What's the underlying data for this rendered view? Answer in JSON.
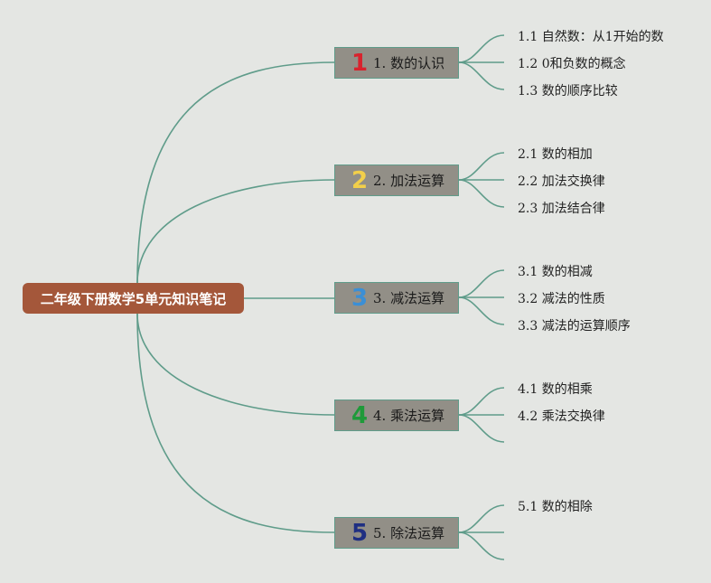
{
  "root": {
    "label": "二年级下册数学5单元知识笔记"
  },
  "colors": {
    "background": "#e4e6e3",
    "root": "#a4573a",
    "branch_box": "#928f87",
    "connector": "#5f9c8a"
  },
  "branches": [
    {
      "number": "1",
      "number_color": "#d8232e",
      "label": "1. 数的认识",
      "leaves": [
        "1.1 自然数：从1开始的数",
        "1.2 0和负数的概念",
        "1.3 数的顺序比较"
      ]
    },
    {
      "number": "2",
      "number_color": "#f2cf4a",
      "label": "2. 加法运算",
      "leaves": [
        "2.1 数的相加",
        "2.2 加法交换律",
        "2.3 加法结合律"
      ]
    },
    {
      "number": "3",
      "number_color": "#3b8fd6",
      "label": "3. 减法运算",
      "leaves": [
        "3.1 数的相减",
        "3.2 减法的性质",
        "3.3 减法的运算顺序"
      ]
    },
    {
      "number": "4",
      "number_color": "#1f9a3a",
      "label": "4. 乘法运算",
      "leaves": [
        "4.1 数的相乘",
        "4.2 乘法交换律",
        ""
      ]
    },
    {
      "number": "5",
      "number_color": "#1f2f82",
      "label": "5. 除法运算",
      "leaves": [
        "5.1 数的相除",
        "",
        ""
      ]
    }
  ]
}
